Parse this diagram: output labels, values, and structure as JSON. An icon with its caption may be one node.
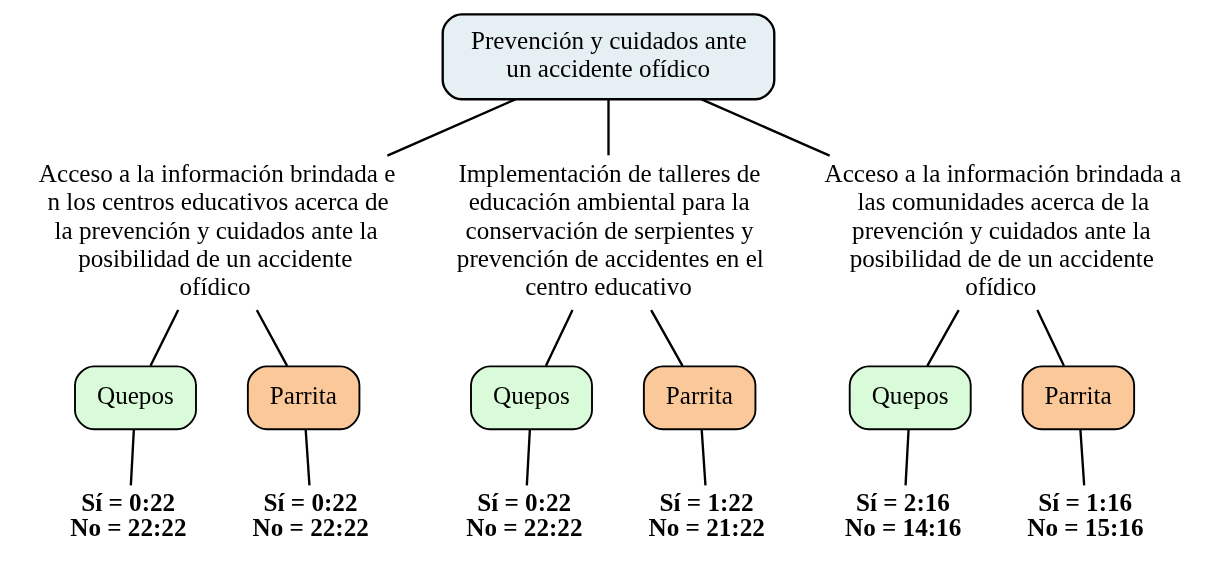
{
  "diagram": {
    "nodes": [
      {
        "text": [
          "Prevención y cuidados ante un accidente ofídico"
        ]
      },
      {
        "text": [
          "Acceso a la información brindada e n los centros educativos acerca de la prevención y cuidados ante la posibilidad de un accidente ofídico"
        ]
      },
      {
        "text": [
          "Quepos"
        ]
      },
      {
        "text": [
          "Parrita"
        ]
      },
      {
        "text": [
          "Sí = 0:22",
          "No = 22:22"
        ]
      },
      {
        "text": [
          "Sí = 0:22",
          "No = 22:22"
        ]
      },
      {
        "text": [
          "Implementación de talleres de educación ambiental para la conservación de serpientes y prevención de accidentes en el centro educativo"
        ]
      },
      {
        "text": [
          "Quepos"
        ]
      },
      {
        "text": [
          "Parrita"
        ]
      },
      {
        "text": [
          "Sí = 0:22",
          "No = 22:22"
        ]
      },
      {
        "text": [
          "Sí = 1:22",
          "No = 21:22"
        ]
      },
      {
        "text": [
          "Acceso a la información brindada a las comunidades acerca de la prevención y cuidados ante la posibilidad de de un accidente ofídico"
        ]
      },
      {
        "text": [
          "Quepos"
        ]
      },
      {
        "text": [
          "Parrita"
        ]
      },
      {
        "text": [
          "Sí = 2:16",
          "No = 14:16"
        ]
      },
      {
        "text": [
          "Sí = 1:16",
          "No = 15:16"
        ]
      }
    ],
    "edges": [
      {
        "from": 0,
        "to": 1,
        "arrow": "none"
      },
      {
        "from": 0,
        "to": 6,
        "arrow": "none"
      },
      {
        "from": 0,
        "to": 11,
        "arrow": "none"
      },
      {
        "from": 1,
        "to": 2,
        "arrow": "none"
      },
      {
        "from": 1,
        "to": 3,
        "arrow": "none"
      },
      {
        "from": 2,
        "to": 4,
        "arrow": "none"
      },
      {
        "from": 3,
        "to": 5,
        "arrow": "none"
      },
      {
        "from": 6,
        "to": 7,
        "arrow": "none"
      },
      {
        "from": 6,
        "to": 8,
        "arrow": "none"
      },
      {
        "from": 7,
        "to": 9,
        "arrow": "none"
      },
      {
        "from": 8,
        "to": 10,
        "arrow": "none"
      },
      {
        "from": 11,
        "to": 12,
        "arrow": "none"
      },
      {
        "from": 11,
        "to": 13,
        "arrow": "none"
      },
      {
        "from": 12,
        "to": 14,
        "arrow": "none"
      },
      {
        "from": 13,
        "to": 15,
        "arrow": "none"
      }
    ]
  }
}
